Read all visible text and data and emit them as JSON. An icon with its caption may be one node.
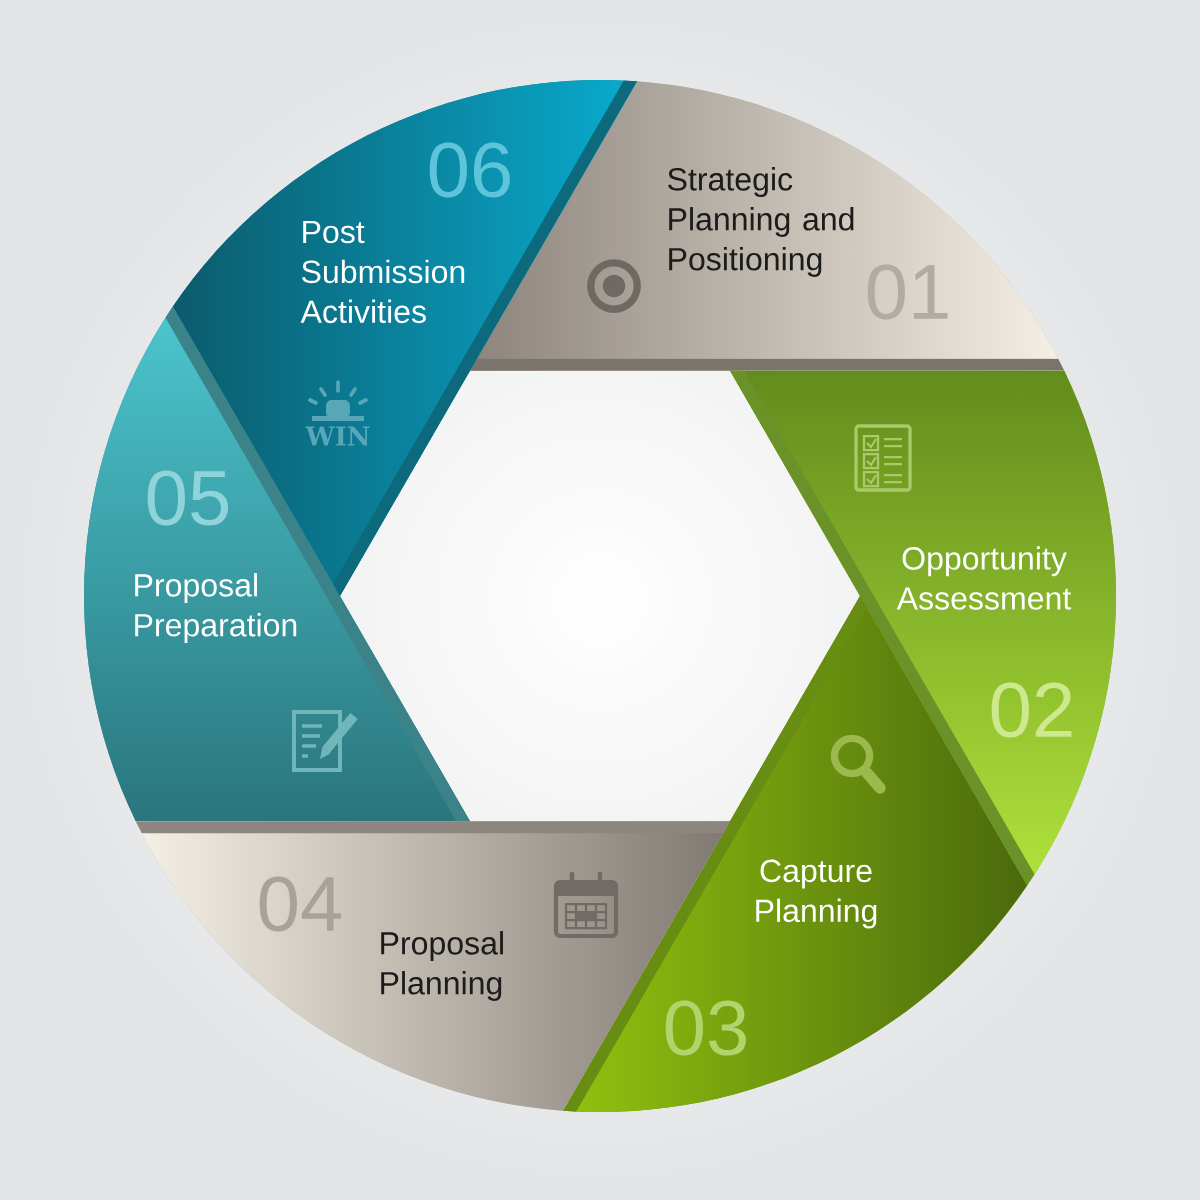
{
  "diagram": {
    "nodes": [
      {
        "text": [
          "Strategic Planning and Positioning",
          "01"
        ]
      },
      {
        "text": [
          "Opportunity Assessment",
          "02"
        ]
      },
      {
        "text": [
          "Capture Planning",
          "03"
        ]
      },
      {
        "text": [
          "04",
          "Proposal Planning"
        ]
      },
      {
        "text": [
          "05",
          "Proposal Preparation"
        ]
      },
      {
        "text": [
          "06",
          "Post Submission Activities"
        ]
      }
    ],
    "labels": [
      "WIN"
    ]
  }
}
